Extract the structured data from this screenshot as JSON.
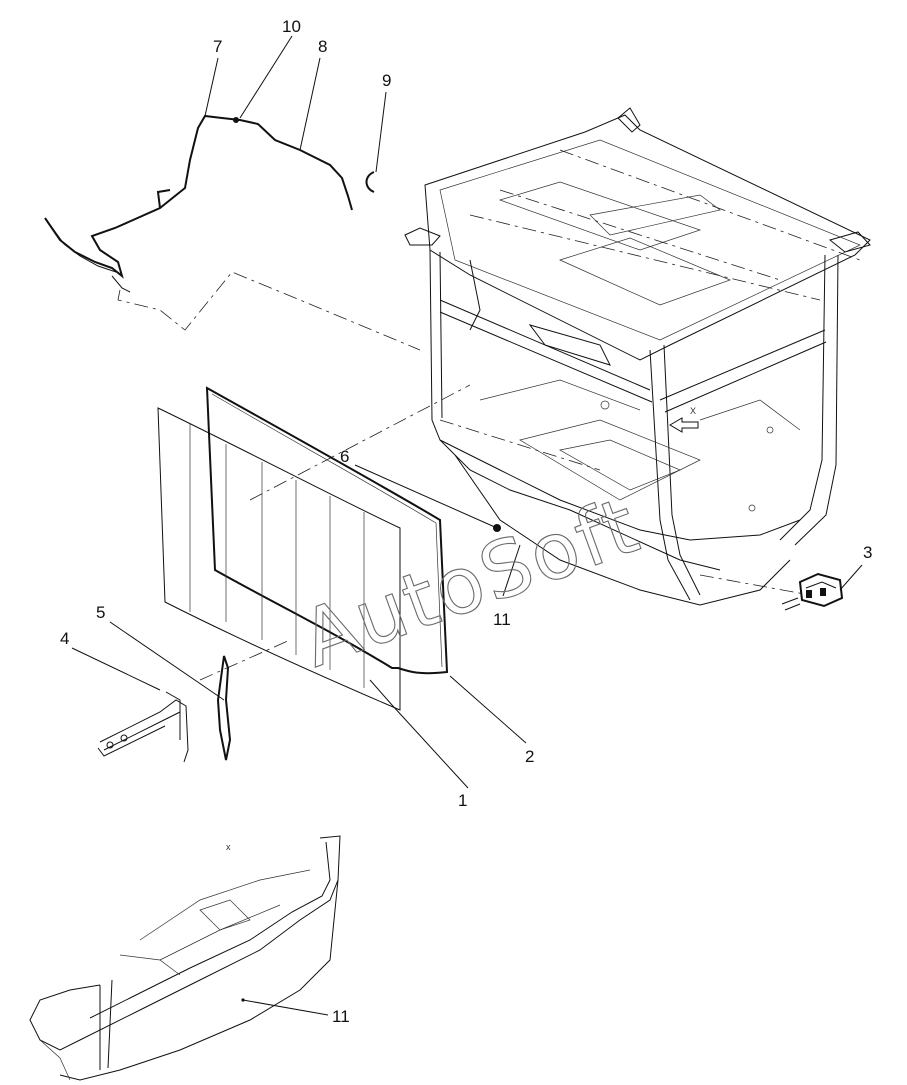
{
  "callouts": {
    "c1": "1",
    "c2": "2",
    "c3": "3",
    "c4": "4",
    "c5": "5",
    "c6": "6",
    "c7": "7",
    "c8": "8",
    "c9": "9",
    "c10": "10",
    "c11a": "11",
    "c11b": "11"
  },
  "watermark": "AutoSoft",
  "view_marks": {
    "x_main": "X",
    "x_detail": "x"
  }
}
